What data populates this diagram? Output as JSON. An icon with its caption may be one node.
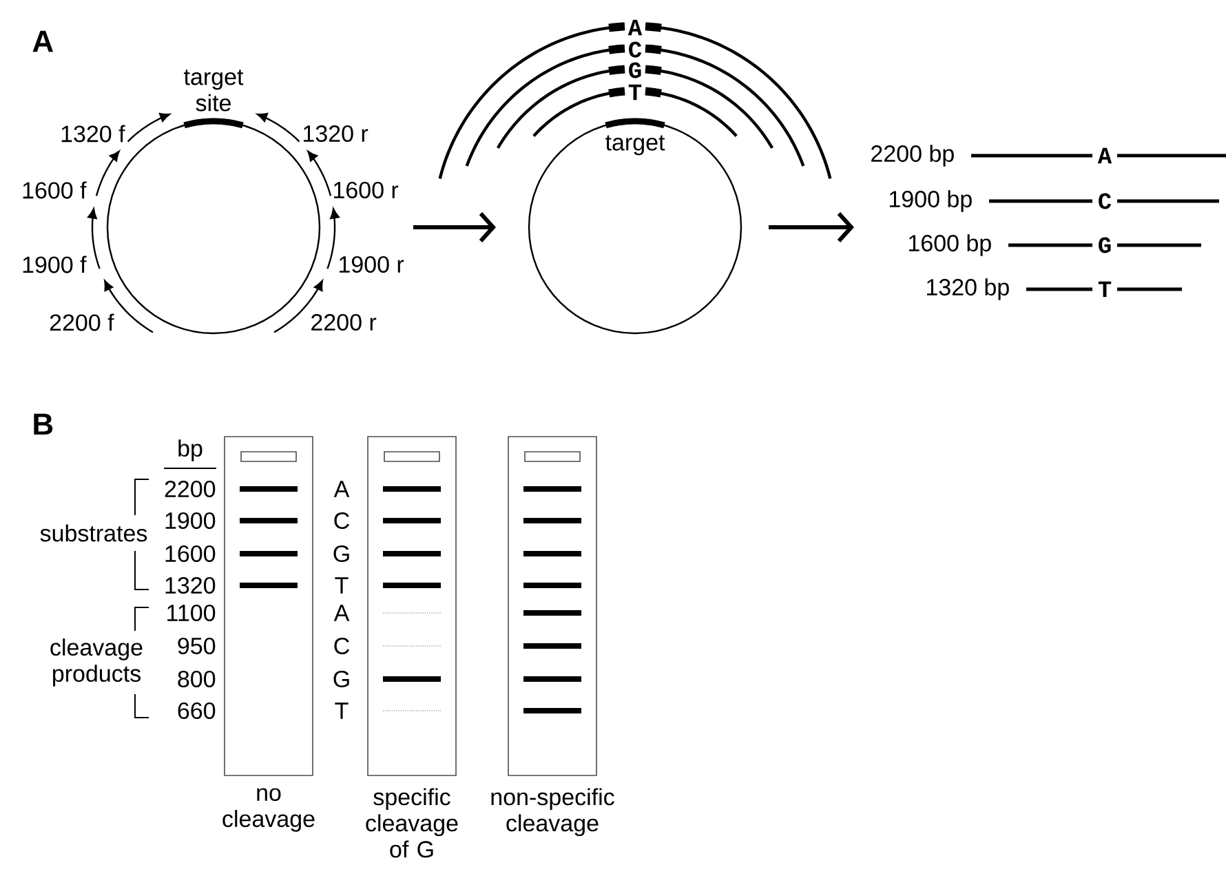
{
  "diagram": {
    "nodes": [
      {
        "text": [
          "target site"
        ],
        "beside": [
          "1320 f",
          "1320 r",
          "1600 f",
          "1600 r",
          "1900 f",
          "1900 r",
          "2200 f",
          "2200 r"
        ]
      },
      {
        "text": [
          "A",
          "C",
          "G",
          "T",
          "target"
        ]
      },
      {
        "text": [
          "A"
        ],
        "beside": [
          "2200 bp"
        ]
      },
      {
        "text": [
          "C"
        ],
        "beside": [
          "1900 bp"
        ]
      },
      {
        "text": [
          "G"
        ],
        "beside": [
          "1600 bp"
        ]
      },
      {
        "text": [
          "T"
        ],
        "beside": [
          "1320 bp"
        ]
      },
      {
        "text": [
          "no cleavage"
        ]
      },
      {
        "text": [
          "specific cleavage of G"
        ]
      },
      {
        "text": [
          "non-specific cleavage"
        ]
      }
    ],
    "edges": [
      {
        "from": 0,
        "to": 1,
        "arrow": "to"
      },
      {
        "from": 1,
        "to": null,
        "arrow": "to"
      }
    ],
    "labels": [
      "A",
      "B",
      "bp",
      "2200",
      "1900",
      "1600",
      "1320",
      "1100",
      "950",
      "800",
      "660",
      "A",
      "C",
      "G",
      "T",
      "A",
      "C",
      "G",
      "T",
      "substrates",
      "cleavage products"
    ]
  }
}
